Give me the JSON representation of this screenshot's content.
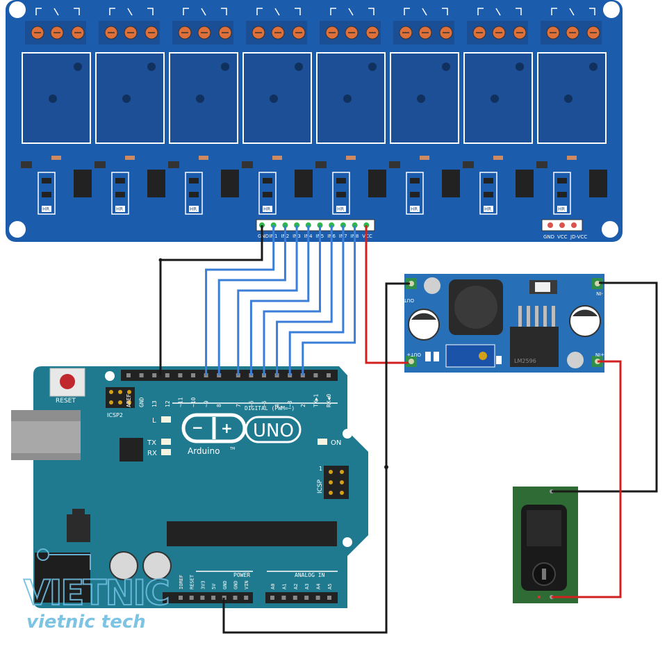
{
  "relay_board": {
    "pin_labels": [
      "GND",
      "IN1",
      "IN2",
      "IN3",
      "IN4",
      "IN5",
      "IN6",
      "IN7",
      "IN8",
      "VCC"
    ],
    "jumper_labels": [
      "GND",
      "VCC",
      "JD-VCC"
    ],
    "chip_label": "HR"
  },
  "arduino": {
    "reset_label": "RESET",
    "icsp2_label": "ICSP2",
    "icsp_label": "ICSP",
    "icsp_pin1": "1",
    "l_label": "L",
    "tx_label": "TX",
    "rx_label": "RX",
    "on_label": "ON",
    "brand": "Arduino",
    "tm": "TM",
    "model": "UNO",
    "digital_label": "DIGITAL (PWM=~)",
    "digital_pins": [
      "AREF",
      "GND",
      "13",
      "12",
      "~11",
      "~10",
      "~9",
      "8",
      "7",
      "~6",
      "~5",
      "4",
      "~3",
      "2",
      "TX▶1",
      "RX◀0"
    ],
    "power_label": "POWER",
    "power_pins": [
      "IOREF",
      "RESET",
      "3V3",
      "5V",
      "GND",
      "GND",
      "VIN"
    ],
    "analog_label": "ANALOG IN",
    "analog_pins": [
      "A0",
      "A1",
      "A2",
      "A3",
      "A4",
      "A5"
    ]
  },
  "buck_converter": {
    "out_minus": "OUT-",
    "out_plus": "OUT+",
    "in_minus": "-IN",
    "in_plus": "+IN",
    "ic_label": "LM2596"
  },
  "watermark": {
    "logo_text": "VIETNIC",
    "tagline": "vietnic tech"
  },
  "colors": {
    "relay_board": "#1c5cac",
    "arduino_board": "#1f7a8f",
    "buck_board": "#2770b8",
    "jack_board": "#2e6b35",
    "wire_signal": "#3a7ed8",
    "wire_ground": "#1a1a1a",
    "wire_power": "#d21f1f",
    "watermark": "#6fbde0"
  }
}
